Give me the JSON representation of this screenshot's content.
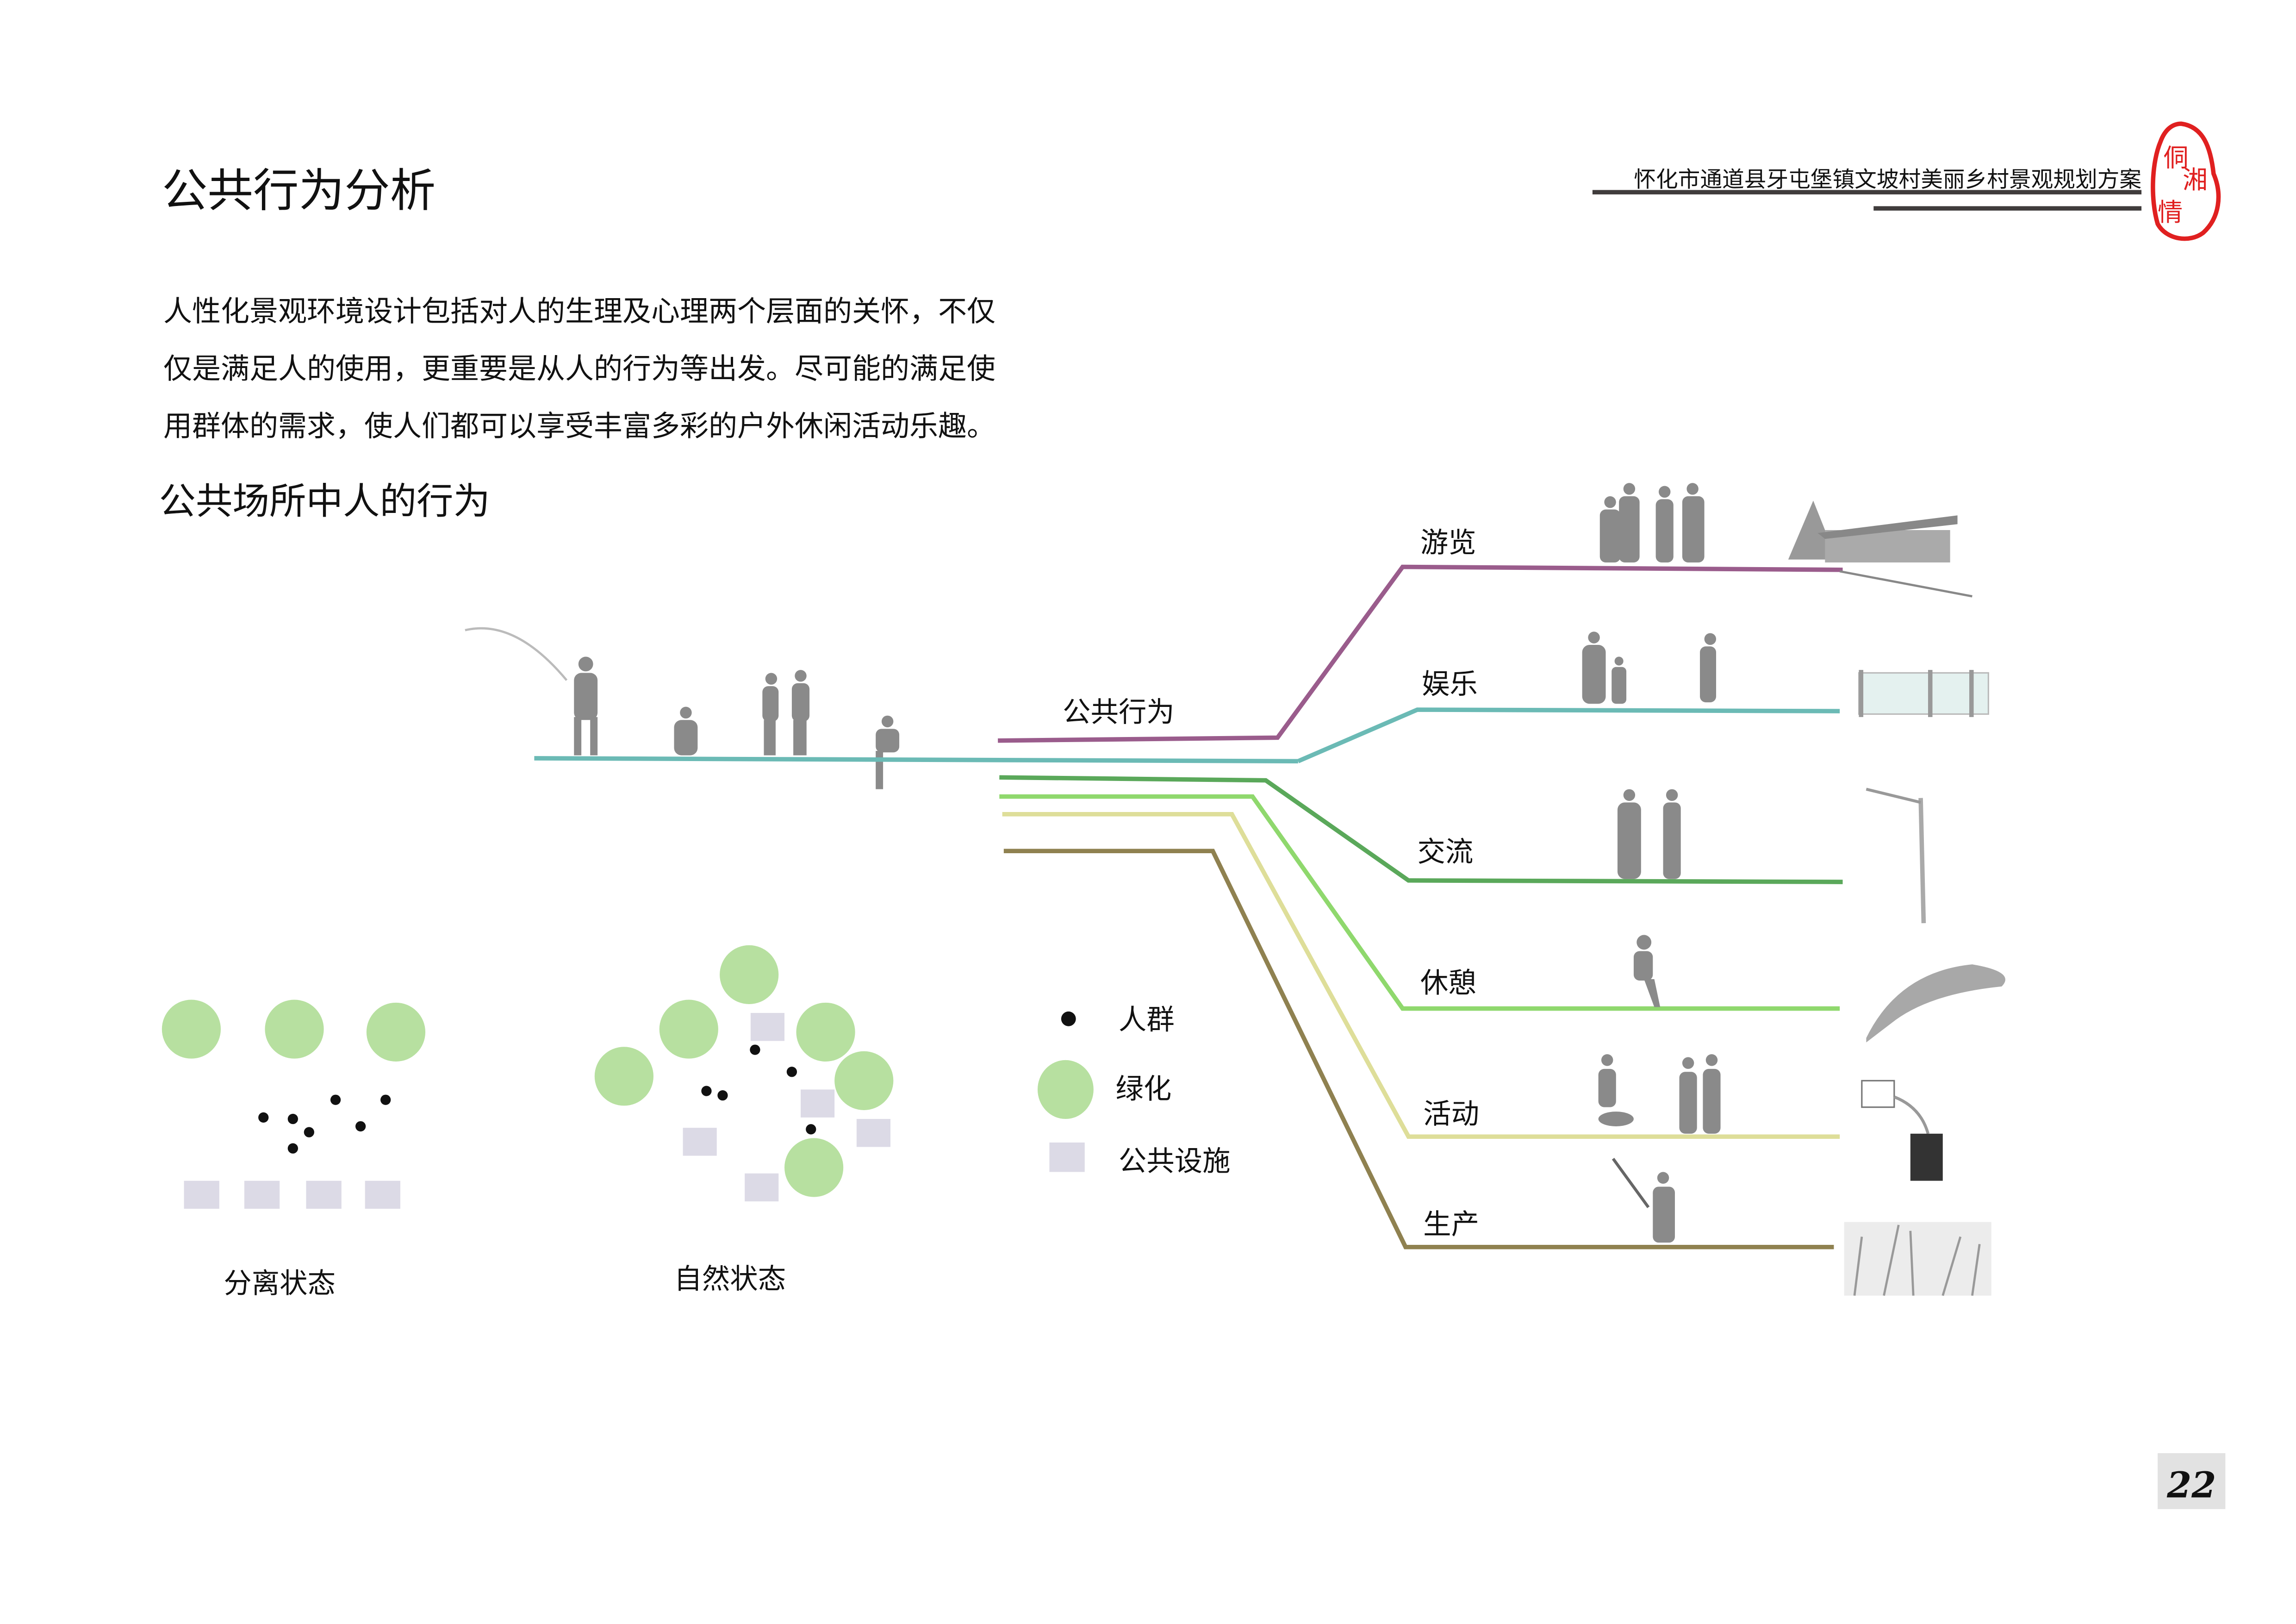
{
  "header": {
    "page_title": "公共行为分析",
    "project_title": "怀化市通道县牙屯堡镇文坡村美丽乡村景观规划方案",
    "seal_text": "侗湘情"
  },
  "intro": {
    "lines": [
      "人性化景观环境设计包括对人的生理及心理两个层面的关怀，不仅",
      "仅是满足人的使用，更重要是从人的行为等出发。尽可能的满足使",
      "用群体的需求，使人们都可以享受丰富多彩的户外休闲活动乐趣。"
    ]
  },
  "section_title": "公共场所中人的行为",
  "diagram": {
    "root_label": "公共行为",
    "branches": [
      {
        "label": "游览",
        "color": "#9a5c8c"
      },
      {
        "label": "娱乐",
        "color": "#6bbab5"
      },
      {
        "label": "交流",
        "color": "#5aa85a"
      },
      {
        "label": "休憩",
        "color": "#8fd86d"
      },
      {
        "label": "活动",
        "color": "#dede99"
      },
      {
        "label": "生产",
        "color": "#8f8150"
      }
    ]
  },
  "legend": {
    "items": [
      {
        "label": "人群",
        "color": "#111111"
      },
      {
        "label": "绿化",
        "color": "#b7e0a0"
      },
      {
        "label": "公共设施",
        "color": "#dcdae6"
      }
    ]
  },
  "states": {
    "separated": "分离状态",
    "natural": "自然状态"
  },
  "page_number": "22"
}
